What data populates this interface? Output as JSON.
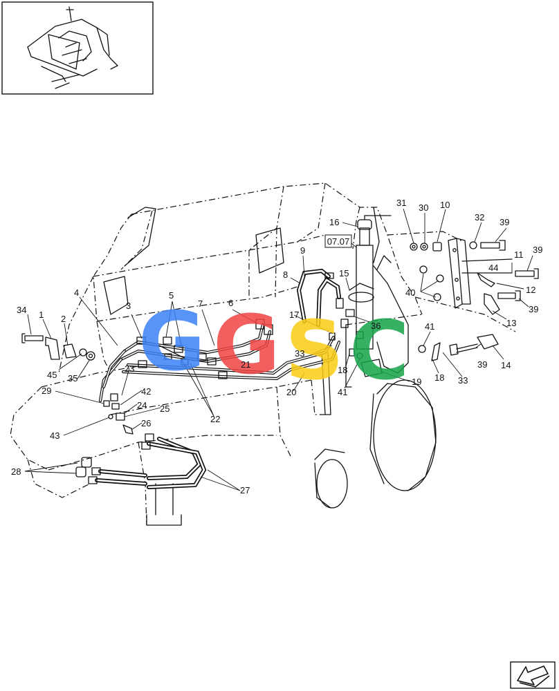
{
  "reference_box": "07.07",
  "watermark": {
    "letters": [
      {
        "char": "G",
        "color": "#3b82f6"
      },
      {
        "char": "G",
        "color": "#ef4444"
      },
      {
        "char": "S",
        "color": "#facc15"
      },
      {
        "char": "C",
        "color": "#16a34a"
      }
    ]
  },
  "callouts": [
    {
      "id": "c34",
      "text": "34"
    },
    {
      "id": "c1",
      "text": "1"
    },
    {
      "id": "c2",
      "text": "2"
    },
    {
      "id": "c4",
      "text": "4"
    },
    {
      "id": "c3",
      "text": "3"
    },
    {
      "id": "c5",
      "text": "5"
    },
    {
      "id": "c7",
      "text": "7"
    },
    {
      "id": "c6",
      "text": "6"
    },
    {
      "id": "c9",
      "text": "9"
    },
    {
      "id": "c8",
      "text": "8"
    },
    {
      "id": "c15",
      "text": "15"
    },
    {
      "id": "c16",
      "text": "16"
    },
    {
      "id": "c31",
      "text": "31"
    },
    {
      "id": "c30",
      "text": "30"
    },
    {
      "id": "c10",
      "text": "10"
    },
    {
      "id": "c32",
      "text": "32"
    },
    {
      "id": "c39a",
      "text": "39"
    },
    {
      "id": "c39b",
      "text": "39"
    },
    {
      "id": "c11",
      "text": "11"
    },
    {
      "id": "c44",
      "text": "44"
    },
    {
      "id": "c12",
      "text": "12"
    },
    {
      "id": "c40",
      "text": "40"
    },
    {
      "id": "c39c",
      "text": "39"
    },
    {
      "id": "c13",
      "text": "13"
    },
    {
      "id": "c17",
      "text": "17"
    },
    {
      "id": "c36",
      "text": "36"
    },
    {
      "id": "c41a",
      "text": "41"
    },
    {
      "id": "c21",
      "text": "21"
    },
    {
      "id": "c33a",
      "text": "33"
    },
    {
      "id": "c18a",
      "text": "18"
    },
    {
      "id": "c18b",
      "text": "18"
    },
    {
      "id": "c33b",
      "text": "33"
    },
    {
      "id": "c39d",
      "text": "39"
    },
    {
      "id": "c14",
      "text": "14"
    },
    {
      "id": "c19",
      "text": "19"
    },
    {
      "id": "c20",
      "text": "20"
    },
    {
      "id": "c41b",
      "text": "41"
    },
    {
      "id": "c45",
      "text": "45"
    },
    {
      "id": "c35",
      "text": "35"
    },
    {
      "id": "c23",
      "text": "23"
    },
    {
      "id": "c42",
      "text": "42"
    },
    {
      "id": "c29",
      "text": "29"
    },
    {
      "id": "c24",
      "text": "24"
    },
    {
      "id": "c25",
      "text": "25"
    },
    {
      "id": "c22",
      "text": "22"
    },
    {
      "id": "c43",
      "text": "43"
    },
    {
      "id": "c26",
      "text": "26"
    },
    {
      "id": "c28",
      "text": "28"
    },
    {
      "id": "c27",
      "text": "27"
    }
  ]
}
